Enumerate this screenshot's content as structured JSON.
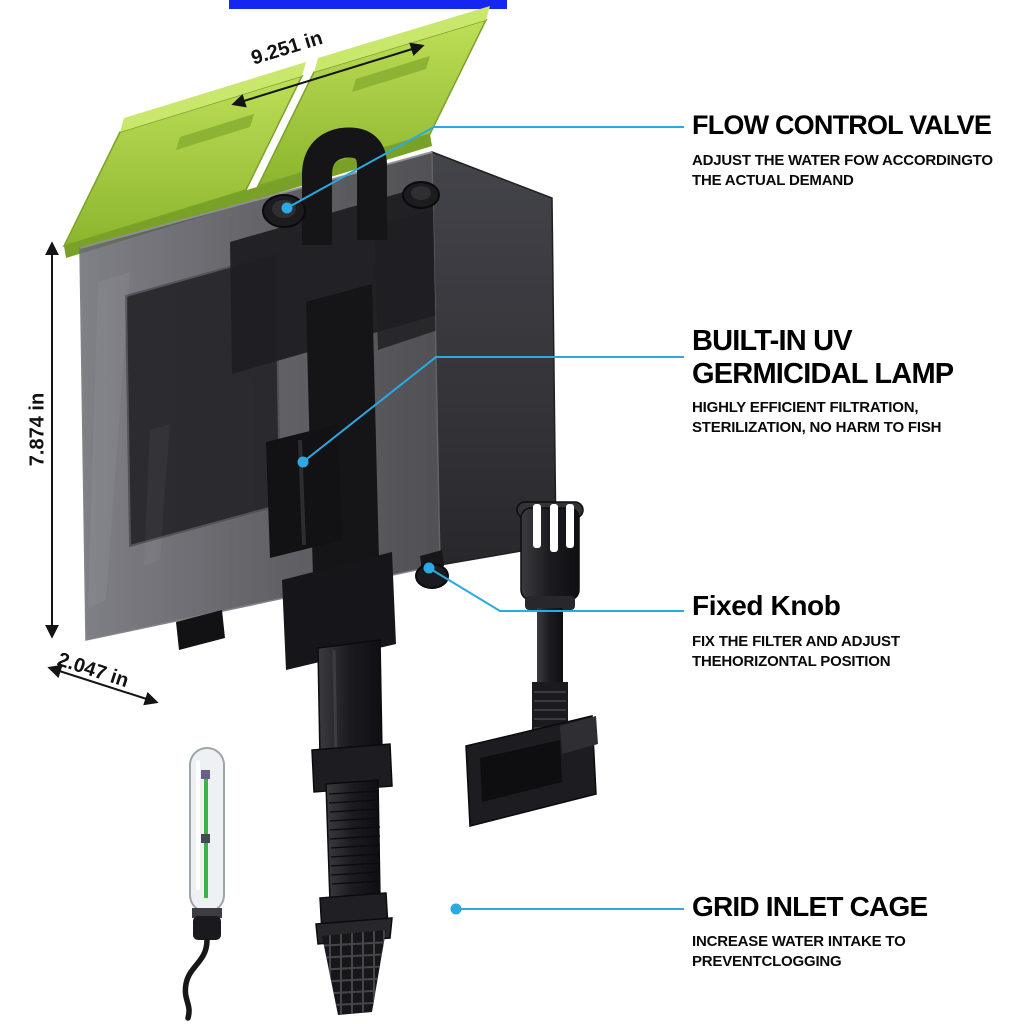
{
  "dimensions": {
    "width": "9.251 in",
    "height": "7.874 in",
    "depth": "2.047 in"
  },
  "callouts": {
    "flow_valve": {
      "title": "FLOW CONTROL VALVE",
      "desc1": "ADJUST THE WATER FOW ACCORDINGTO",
      "desc2": "THE ACTUAL DEMAND"
    },
    "uv_lamp": {
      "title1": "BUILT-IN UV",
      "title2": "GERMICIDAL LAMP",
      "desc1": "HIGHLY EFFICIENT FILTRATION,",
      "desc2": "STERILIZATION, NO HARM TO FISH"
    },
    "fixed_knob": {
      "title": "Fixed Knob",
      "desc1": "FIX THE FILTER AND ADJUST",
      "desc2": "THEHORIZONTAL POSITION"
    },
    "inlet_cage": {
      "title": "GRID INLET CAGE",
      "desc1": "INCREASE WATER INTAKE TO",
      "desc2": "PREVENTCLOGGING"
    }
  },
  "colors": {
    "callout_blue": "#2aa9e2",
    "lid_green": "#a6ce3e",
    "top_bar_blue": "#1526f0",
    "text_black": "#000000"
  }
}
